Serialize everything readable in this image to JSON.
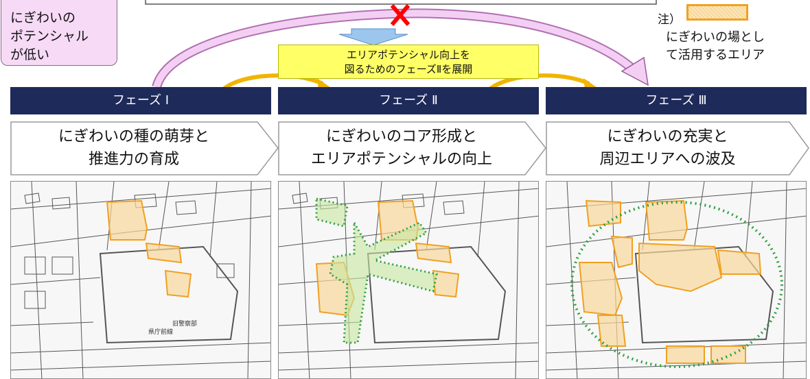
{
  "low_potential": {
    "lines": [
      "にぎわいの",
      "ポテンシャル",
      "が低い"
    ]
  },
  "legend": {
    "prefix": "注）",
    "text": "にぎわいの場として活用するエリア",
    "text_lines": [
      "にぎわいの場とし",
      "て活用するエリア"
    ]
  },
  "callout": {
    "lines": [
      "エリアポテンシャル向上を",
      "図るためのフェーズⅡを展開"
    ]
  },
  "phases": [
    {
      "label": "フェーズ Ⅰ",
      "lines": [
        "にぎわいの種の萌芽と",
        "推進力の育成"
      ]
    },
    {
      "label": "フェーズ Ⅱ",
      "lines": [
        "にぎわいのコア形成と",
        "エリアポテンシャルの向上"
      ]
    },
    {
      "label": "フェーズ Ⅲ",
      "lines": [
        "にぎわいの充実と",
        "周辺エリアへの波及"
      ]
    }
  ],
  "map_labels": {
    "police": "旧警察部",
    "pref_office": "県庁前線"
  },
  "colors": {
    "phase_bar": "#1e2a5a",
    "highlight_fill": "#f8d79a",
    "highlight_border": "#f0a020",
    "green_dots": "#2ea043",
    "callout_bg": "#ffff66",
    "low_box_bg": "#f6daf6",
    "cross": "#ff0000"
  },
  "icons": [
    "cross-icon",
    "down-arrow-icon",
    "curved-arrow-icon"
  ]
}
